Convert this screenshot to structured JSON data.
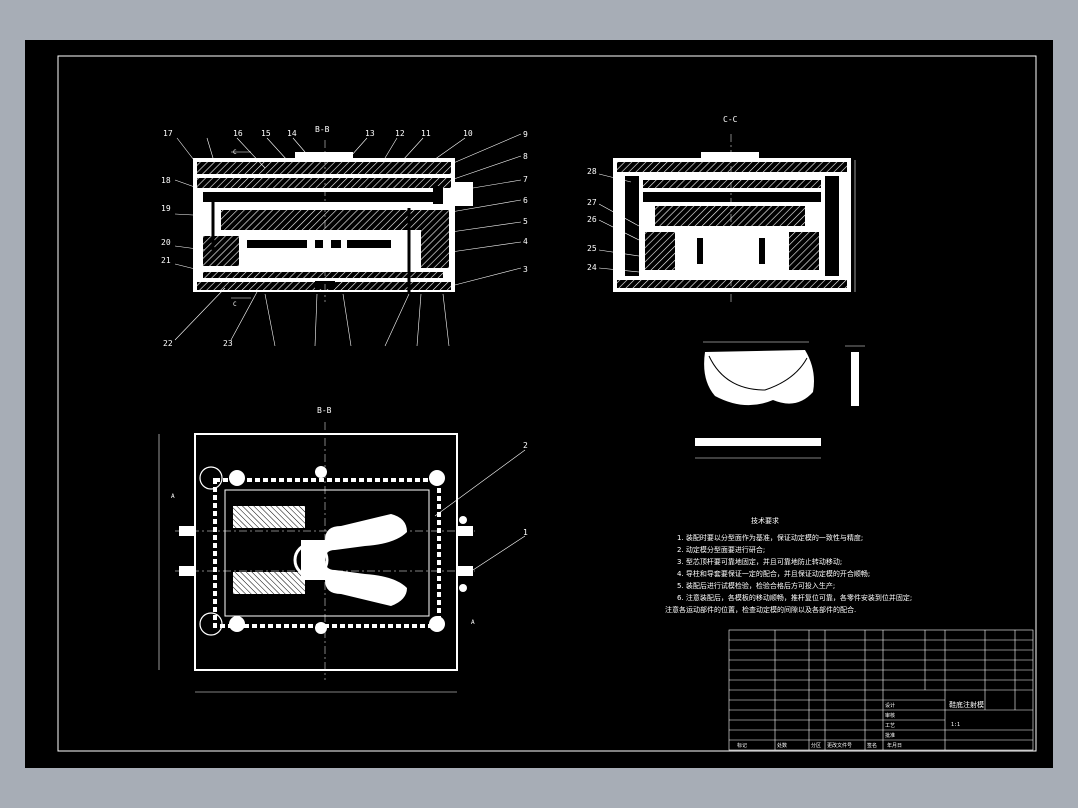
{
  "colors": {
    "background": "#000000",
    "line": "#ffffff",
    "window": "#a7adb6"
  },
  "views": {
    "front": {
      "top_labels": [
        "17",
        "16",
        "15",
        "14",
        "B-B",
        "13",
        "12",
        "11",
        "10"
      ],
      "left_labels": [
        "18",
        "19",
        "20",
        "21"
      ],
      "right_labels": [
        "9",
        "8",
        "7",
        "6",
        "5",
        "4",
        "3"
      ],
      "bottom_labels": [
        "22",
        "23"
      ],
      "section_mark": "C"
    },
    "section_cc": {
      "title": "C-C",
      "left_labels": [
        "28",
        "27",
        "26",
        "25",
        "24"
      ]
    },
    "section_bb": {
      "title": "B-B",
      "right_labels": [
        "2",
        "1"
      ],
      "section_mark": "A"
    }
  },
  "technical_requirements": {
    "title": "技术要求",
    "items": [
      "1. 装配时要以分型面作为基准，保证动定模的一致性与精度;",
      "2. 动定模分型面要进行研合;",
      "3. 型芯顶杆要可靠地固定，并且可靠地防止转动移动;",
      "4. 导柱和导套要保证一定的配合，并且保证动定模的开合顺畅;",
      "5. 装配后进行试模检验，检验合格后方可投入生产;",
      "6. 注意装配后，各模板的移动顺畅，推杆复位可靠，各零件安装到位并固定;",
      "注意各运动部件的位置，检查动定模的间隙以及各部件的配合."
    ]
  },
  "title_block": {
    "drawing_name": "鞋底注射模",
    "scale": "1:1",
    "labels": [
      "标记",
      "处数",
      "分区",
      "更改文件号",
      "签名",
      "年月日",
      "设计",
      "审核",
      "工艺",
      "批准"
    ]
  }
}
